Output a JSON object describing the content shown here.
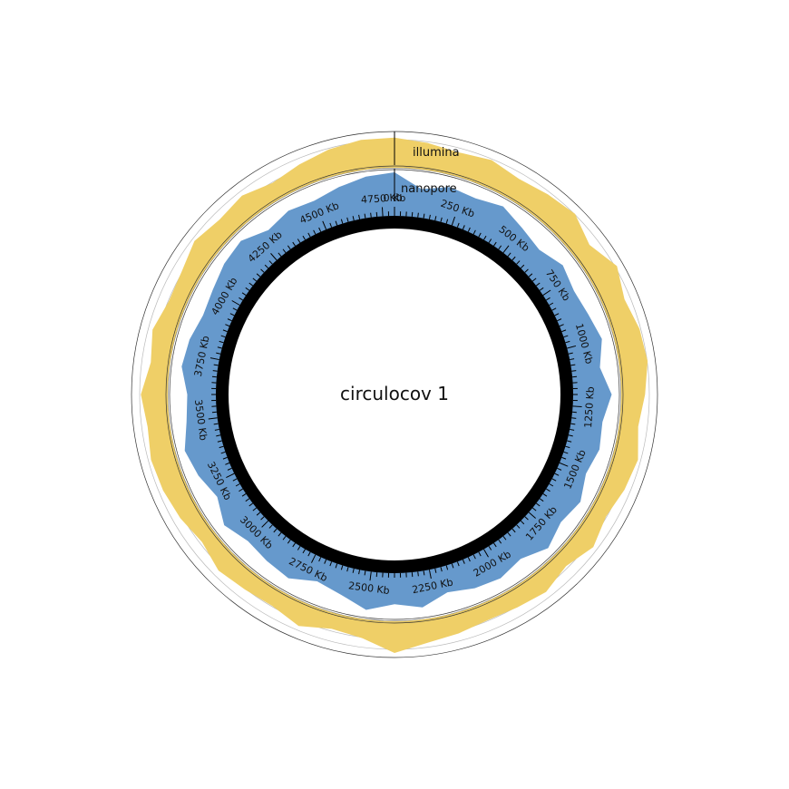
{
  "chart_data": {
    "type": "area",
    "title": "circulocov 1",
    "unit": "Kb",
    "genome_length_kb": 4800,
    "tick_labels": [
      "0 Kb",
      "250 Kb",
      "500 Kb",
      "750 Kb",
      "1000 Kb",
      "1250 Kb",
      "1500 Kb",
      "1750 Kb",
      "2000 Kb",
      "2250 Kb",
      "2500 Kb",
      "2750 Kb",
      "3000 Kb",
      "3250 Kb",
      "3500 Kb",
      "3750 Kb",
      "4000 Kb",
      "4250 Kb",
      "4500 Kb",
      "4750 Kb"
    ],
    "series": [
      {
        "name": "illumina",
        "color": "#efcf67",
        "x": [
          0,
          100,
          200,
          300,
          400,
          500,
          600,
          700,
          800,
          900,
          1000,
          1100,
          1200,
          1300,
          1400,
          1500,
          1600,
          1700,
          1800,
          1900,
          2000,
          2100,
          2200,
          2300,
          2400,
          2500,
          2600,
          2700,
          2800,
          2900,
          3000,
          3100,
          3200,
          3300,
          3400,
          3500,
          3600,
          3700,
          3800,
          3900,
          4000,
          4100,
          4200,
          4300,
          4400,
          4500,
          4600,
          4700
        ],
        "values": [
          0.95,
          0.85,
          0.75,
          0.85,
          0.7,
          0.8,
          0.9,
          0.6,
          0.95,
          0.7,
          0.85,
          0.9,
          0.75,
          0.6,
          0.8,
          0.7,
          0.55,
          0.75,
          0.5,
          0.7,
          0.6,
          0.55,
          0.65,
          0.75,
          1.0,
          0.6,
          0.5,
          0.75,
          0.55,
          0.6,
          0.7,
          0.5,
          0.65,
          0.75,
          0.8,
          0.7,
          0.85,
          0.6,
          0.75,
          0.55,
          0.6,
          0.8,
          0.65,
          0.75,
          0.55,
          0.7,
          0.85,
          0.95
        ]
      },
      {
        "name": "nanopore",
        "color": "#6699cc",
        "x": [
          0,
          100,
          200,
          300,
          400,
          500,
          600,
          700,
          800,
          900,
          1000,
          1100,
          1200,
          1300,
          1400,
          1500,
          1600,
          1700,
          1800,
          1900,
          2000,
          2100,
          2200,
          2300,
          2400,
          2500,
          2600,
          2700,
          2800,
          2900,
          3000,
          3100,
          3200,
          3300,
          3400,
          3500,
          3600,
          3700,
          3800,
          3900,
          4000,
          4100,
          4200,
          4300,
          4400,
          4500,
          4600,
          4700
        ],
        "values": [
          1.0,
          0.7,
          0.85,
          0.8,
          0.9,
          0.75,
          0.65,
          0.8,
          0.7,
          0.75,
          0.85,
          0.7,
          0.9,
          0.75,
          0.8,
          0.7,
          0.85,
          0.75,
          0.9,
          0.7,
          0.8,
          0.75,
          0.65,
          0.85,
          0.75,
          0.9,
          0.7,
          0.6,
          0.8,
          0.75,
          0.7,
          0.85,
          0.65,
          0.8,
          0.9,
          0.75,
          0.7,
          0.85,
          0.8,
          0.7,
          0.75,
          0.85,
          0.9,
          0.7,
          0.8,
          0.75,
          0.85,
          0.95
        ]
      }
    ]
  },
  "colors": {
    "axis_ring": "#000000",
    "grid": "#bbbbbb"
  }
}
